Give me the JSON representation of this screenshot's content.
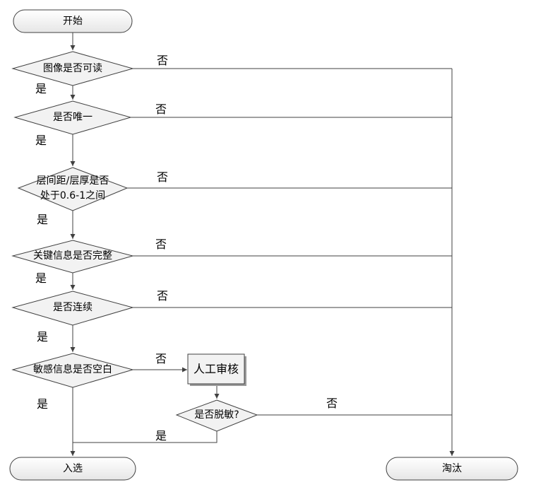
{
  "nodes": {
    "start": "开始",
    "d1": "图像是否可读",
    "d2": "是否唯一",
    "d3_line1": "层间距/层厚是否",
    "d3_line2": "处于0.6-1之间",
    "d4": "关键信息是否完整",
    "d5": "是否连续",
    "d6": "敏感信息是否空白",
    "review": "人工审核",
    "d7": "是否脱敏?",
    "selected": "入选",
    "eliminated": "淘汰"
  },
  "edge_labels": {
    "yes": "是",
    "no": "否"
  },
  "colors": {
    "shape_fill": "#f2f2f2",
    "stroke": "#404040",
    "line": "#404040"
  }
}
